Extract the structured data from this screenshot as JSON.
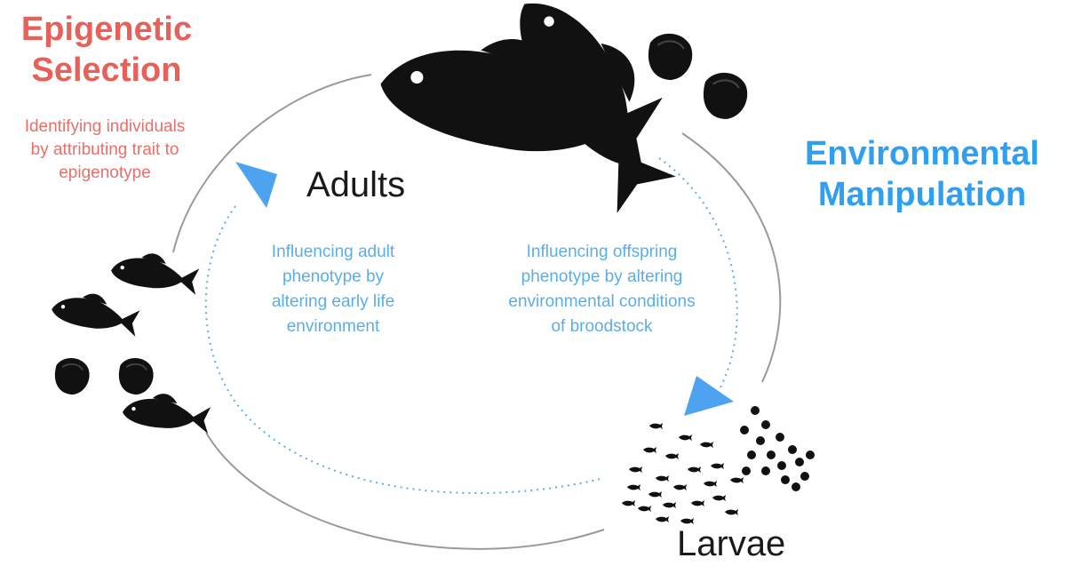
{
  "titles": {
    "epigenetic": [
      "Epigenetic",
      "Selection"
    ],
    "environmental": [
      "Environmental",
      "Manipulation"
    ]
  },
  "epigenetic_description": [
    "Identifying individuals",
    "by attributing trait to",
    "epigenotype"
  ],
  "stages": {
    "adults": "Adults",
    "larvae": "Larvae"
  },
  "arrows": {
    "left_description": [
      "Influencing adult",
      "phenotype by",
      "altering early life",
      "environment"
    ],
    "right_description": [
      "Influencing offspring",
      "phenotype by altering",
      "environmental conditions",
      "of broodstock"
    ]
  },
  "colors": {
    "red": "#e8605a",
    "blue": "#2f9ff0",
    "arrow": "#4da3f0",
    "silhouette": "#111111",
    "cycle": "#9a9a9a"
  },
  "icons": [
    "fish-icon",
    "oyster-icon",
    "larvae-icon"
  ]
}
